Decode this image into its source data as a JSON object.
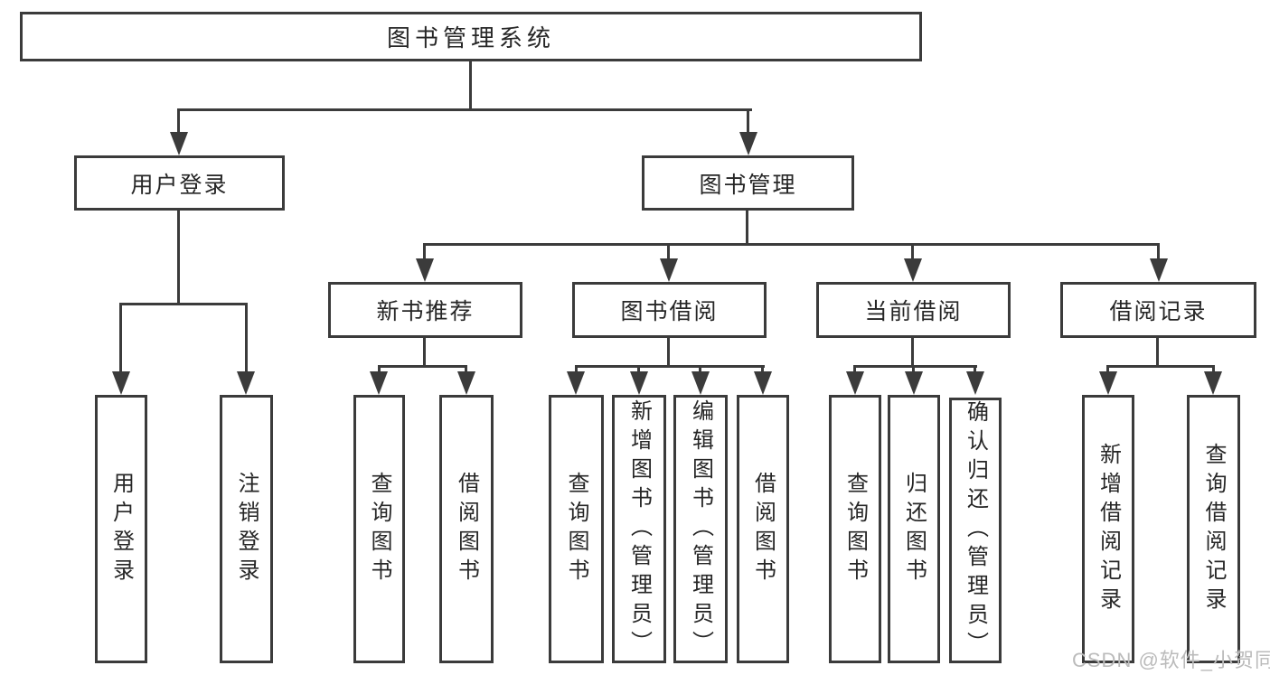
{
  "colors": {
    "line": "#3b3b3b",
    "text": "#262626",
    "watermark": "#bbbbbb",
    "background": "#ffffff"
  },
  "diagram": {
    "root": {
      "label": "图书管理系统"
    },
    "level2": [
      {
        "label": "用户登录"
      },
      {
        "label": "图书管理"
      }
    ],
    "level3": [
      {
        "label": "新书推荐"
      },
      {
        "label": "图书借阅"
      },
      {
        "label": "当前借阅"
      },
      {
        "label": "借阅记录"
      }
    ],
    "leaves": {
      "user": [
        "用户登录",
        "注销登录"
      ],
      "newbook": [
        "查询图书",
        "借阅图书"
      ],
      "borrow": [
        "查询图书",
        "新增图书（管理员）",
        "编辑图书（管理员）",
        "借阅图书"
      ],
      "current": [
        "查询图书",
        "归还图书",
        "确认归还（管理员）"
      ],
      "record": [
        "新增借阅记录",
        "查询借阅记录"
      ]
    }
  },
  "watermark": {
    "text": "CSDN @软件_小贺同学"
  }
}
